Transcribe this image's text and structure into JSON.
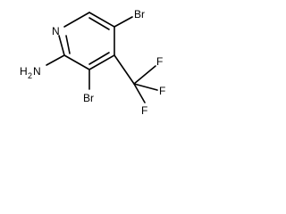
{
  "molecule": {
    "ring_nitrogen": "N",
    "bromine_top": "Br",
    "bromine_bottom": "Br",
    "amine": {
      "symbol": "N",
      "prefix": "H",
      "subscript": "2"
    },
    "fluorine_top": "F",
    "fluorine_right": "F",
    "fluorine_bottom": "F"
  }
}
